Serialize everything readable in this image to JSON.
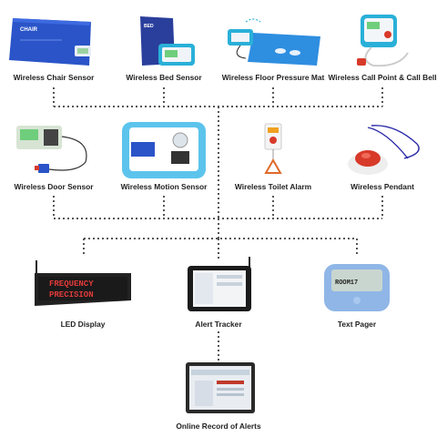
{
  "devices": {
    "chair_sensor": {
      "label": "Wireless Chair Sensor",
      "icon": "chair-sensor-pad-icon",
      "pad_text": "CHAIR"
    },
    "bed_sensor": {
      "label": "Wireless Bed Sensor",
      "icon": "bed-sensor-pad-icon",
      "pad_text": "BED"
    },
    "floor_mat": {
      "label": "Wireless Floor Pressure Mat",
      "icon": "floor-mat-icon"
    },
    "call_point": {
      "label": "Wireless Call Point & Call Bell",
      "icon": "call-point-icon"
    },
    "door_sensor": {
      "label": "Wireless Door Sensor",
      "icon": "door-sensor-icon"
    },
    "motion_sensor": {
      "label": "Wireless Motion Sensor",
      "icon": "motion-sensor-icon"
    },
    "toilet_alarm": {
      "label": "Wireless Toilet Alarm",
      "icon": "toilet-alarm-icon"
    },
    "pendant": {
      "label": "Wireless Pendant",
      "icon": "pendant-icon"
    },
    "led_display": {
      "label": "LED Display",
      "icon": "led-display-icon",
      "line1": "FREQUENCY",
      "line2": "PRECISION"
    },
    "alert_tracker": {
      "label": "Alert Tracker",
      "icon": "tablet-icon"
    },
    "text_pager": {
      "label": "Text Pager",
      "icon": "pager-icon",
      "screen_text": "ROOM17"
    },
    "online_record": {
      "label": "Online Record of Alerts",
      "icon": "laptop-icon"
    }
  },
  "colors": {
    "connector": "#555555",
    "device_blue": "#2a54c8",
    "pager_blue": "#8fb6e6"
  }
}
